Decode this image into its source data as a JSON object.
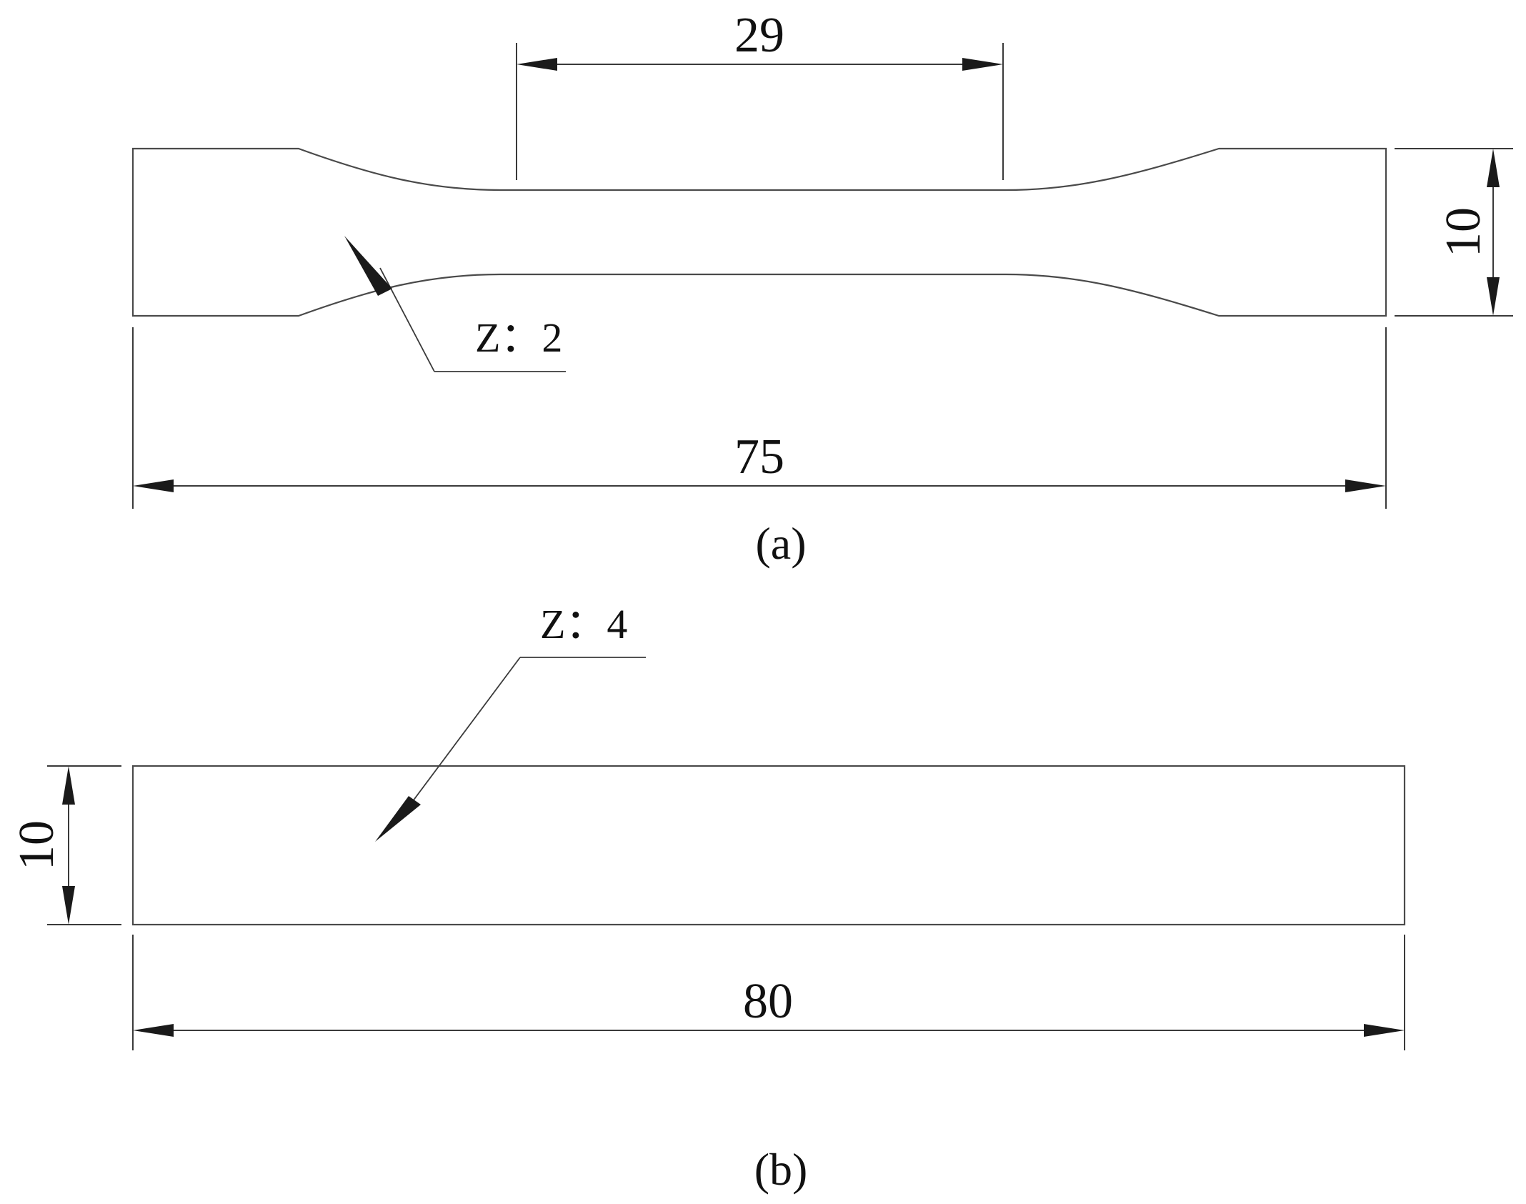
{
  "specimen_a": {
    "gauge_length_label": "29",
    "overall_length_label": "75",
    "width_label": "10",
    "thickness_note": "Z：2",
    "caption": "(a)"
  },
  "specimen_b": {
    "overall_length_label": "80",
    "width_label": "10",
    "thickness_note": "Z：4",
    "caption": "(b)"
  }
}
